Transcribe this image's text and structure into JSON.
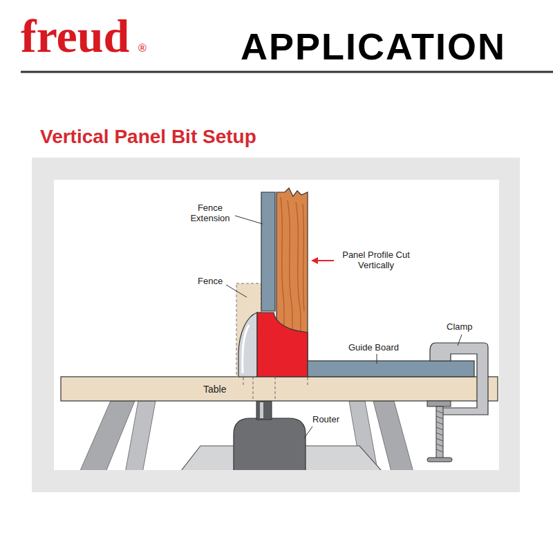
{
  "diagram": {
    "title": "APPLICATION",
    "nodes": [
      {
        "text": [
          "Table"
        ]
      }
    ],
    "labels": [
      "freud",
      "®",
      "Vertical Panel Bit Setup",
      "Fence Extension",
      "Fence",
      "Panel Profile Cut Vertically",
      "Clamp",
      "Guide Board",
      "Router"
    ]
  }
}
